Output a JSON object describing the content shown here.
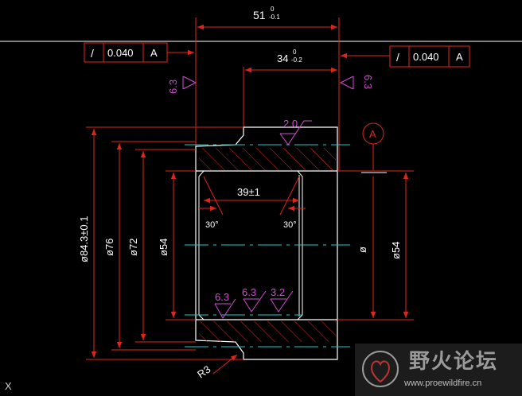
{
  "drawing": {
    "width_tol": {
      "base": "51",
      "up": "0",
      "low": "-0.1"
    },
    "width_inner_tol": {
      "base": "34",
      "up": "0",
      "low": "-0.2"
    },
    "runout_left": {
      "symbol": "/",
      "value": "0.040",
      "datum": "A"
    },
    "runout_right": {
      "symbol": "/",
      "value": "0.040",
      "datum": "A"
    },
    "rough_left": "6.3",
    "rough_right": "6.3",
    "rough_top": "2.0",
    "datum_label": "A",
    "dim_39": "39±1",
    "angle_left": "30°",
    "angle_right": "30°",
    "dia_843": "ø84.3±0.1",
    "dia_76": "ø76",
    "dia_72": "ø72",
    "dia_54_left": "ø54",
    "dia_phi": "ø",
    "dia_54_right": "ø54",
    "rough_bottom_1": "6.3",
    "rough_bottom_2": "6.3",
    "rough_bottom_3": "3.2",
    "radius_label": "R3",
    "axis_x": "X"
  },
  "watermark": {
    "title": "野火论坛",
    "url": "www.proewildfire.cn"
  },
  "colors": {
    "dimension": "#e0241b",
    "roughness": "#d24bd2",
    "center": "#22c8c8",
    "geometry": "#ffffff"
  }
}
